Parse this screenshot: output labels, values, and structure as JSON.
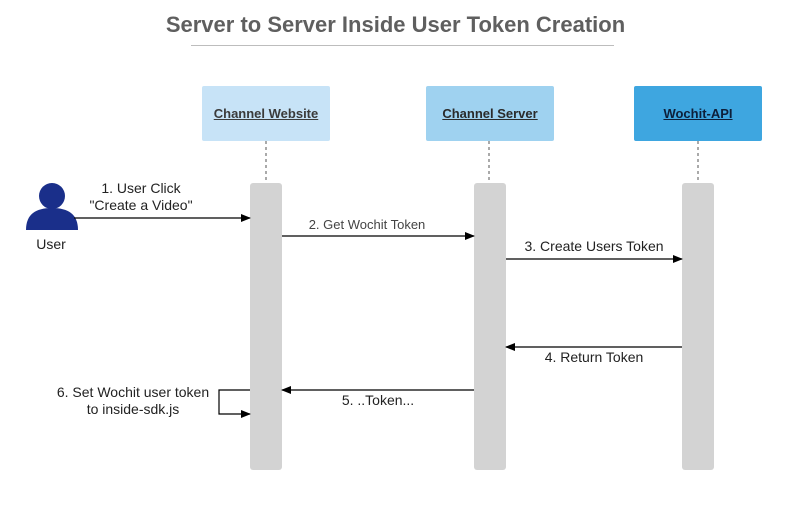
{
  "title": "Server to Server Inside User Token Creation",
  "actor": {
    "label": "User",
    "icon": "user-icon",
    "color": "#1a2f8a"
  },
  "participants": [
    {
      "name": "Channel Website",
      "bg": "#c7e3f7",
      "color": "#3a3a3a"
    },
    {
      "name": "Channel Server",
      "bg": "#9fd2f0",
      "color": "#2a2a2a"
    },
    {
      "name": "Wochit-API",
      "bg": "#3ea6e0",
      "color": "#0d1f3a"
    }
  ],
  "messages": [
    {
      "line1": "1. User Click",
      "line2": "\"Create a Video\""
    },
    {
      "text": "2. Get Wochit Token"
    },
    {
      "text": "3. Create Users Token"
    },
    {
      "text": "4. Return Token"
    },
    {
      "text": "5. ..Token..."
    },
    {
      "line1": "6. Set Wochit user token",
      "line2": "to inside-sdk.js"
    }
  ],
  "colors": {
    "activation": "#d3d3d3",
    "arrow": "#000000",
    "lifeline": "#555555"
  }
}
